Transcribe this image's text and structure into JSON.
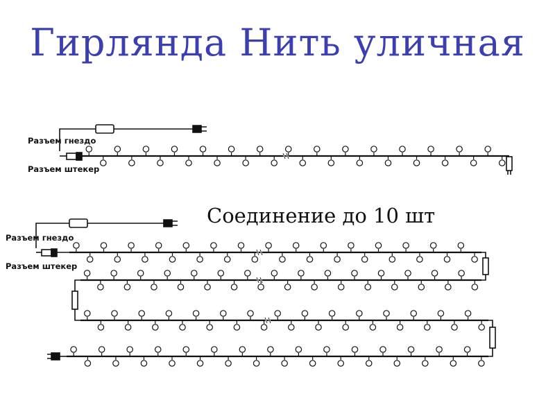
{
  "title": "Гирлянда Нить уличная",
  "subtitle": "Соединение  до 10 шт",
  "labels": {
    "socket": "Разъем гнездо",
    "plug": "Разъем штекер"
  },
  "colors": {
    "title": "#3b3fb0",
    "wire": "#111111",
    "bulb_fill": "#ffffff"
  }
}
